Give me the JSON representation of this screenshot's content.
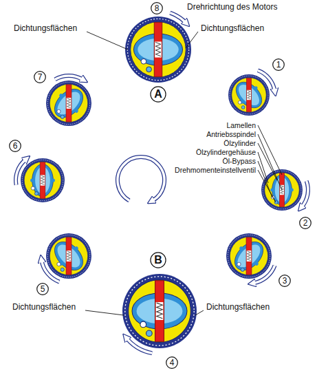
{
  "diagram": {
    "nodes": [
      {
        "text": [
          "8"
        ]
      },
      {
        "text": [
          "7"
        ]
      },
      {
        "text": [
          "1"
        ]
      },
      {
        "text": [
          "A"
        ]
      },
      {
        "text": [
          "6"
        ]
      },
      {
        "text": [
          "2"
        ]
      },
      {
        "text": [
          "5"
        ]
      },
      {
        "text": [
          "3"
        ]
      },
      {
        "text": [
          "B"
        ]
      },
      {
        "text": [
          "4"
        ]
      }
    ],
    "labels": [
      "Drehrichtung des Motors",
      "Dichtungsflächen",
      "Dichtungsflächen",
      "Lamellen",
      "Antriebsspindel",
      "Ölzylinder",
      "Ölzylindergehäuse",
      "Öl-Bypass",
      "Drehmomenteinstellventil",
      "Dichtungsflächen",
      "Dichtungsflächen"
    ]
  }
}
